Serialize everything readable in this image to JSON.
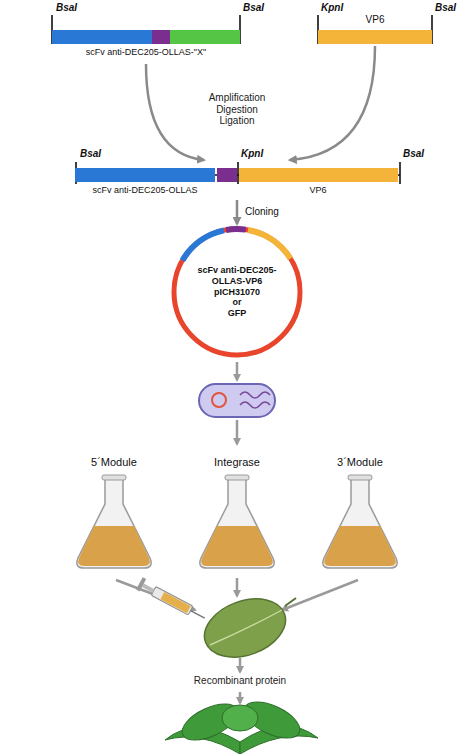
{
  "diagram": {
    "nodes": [
      {
        "text": [
          "scFv anti-DEC205-OLLAS-\"X\""
        ]
      },
      {
        "text": [
          "VP6"
        ]
      },
      {
        "text": [
          "scFv anti-DEC205-OLLAS",
          "VP6"
        ]
      },
      {
        "text": [
          "scFv anti-DEC205-OLLAS-VP6",
          "pICH31070",
          "or",
          "GFP"
        ]
      },
      {
        "text": [
          "5´Module"
        ]
      },
      {
        "text": [
          "Integrase"
        ]
      },
      {
        "text": [
          "3´Module"
        ]
      }
    ],
    "edges": [
      {
        "from": 0,
        "to": 2,
        "arrow": "to"
      },
      {
        "from": 1,
        "to": 2,
        "arrow": "to"
      },
      {
        "from": 2,
        "to": 3,
        "arrow": "to",
        "label": "Cloning"
      }
    ],
    "labels": [
      "BsaI",
      "BsaI",
      "KpnI",
      "BsaI",
      "Amplification Digestion Ligation",
      "BsaI",
      "KpnI",
      "BsaI",
      "Recombinant protein"
    ]
  }
}
